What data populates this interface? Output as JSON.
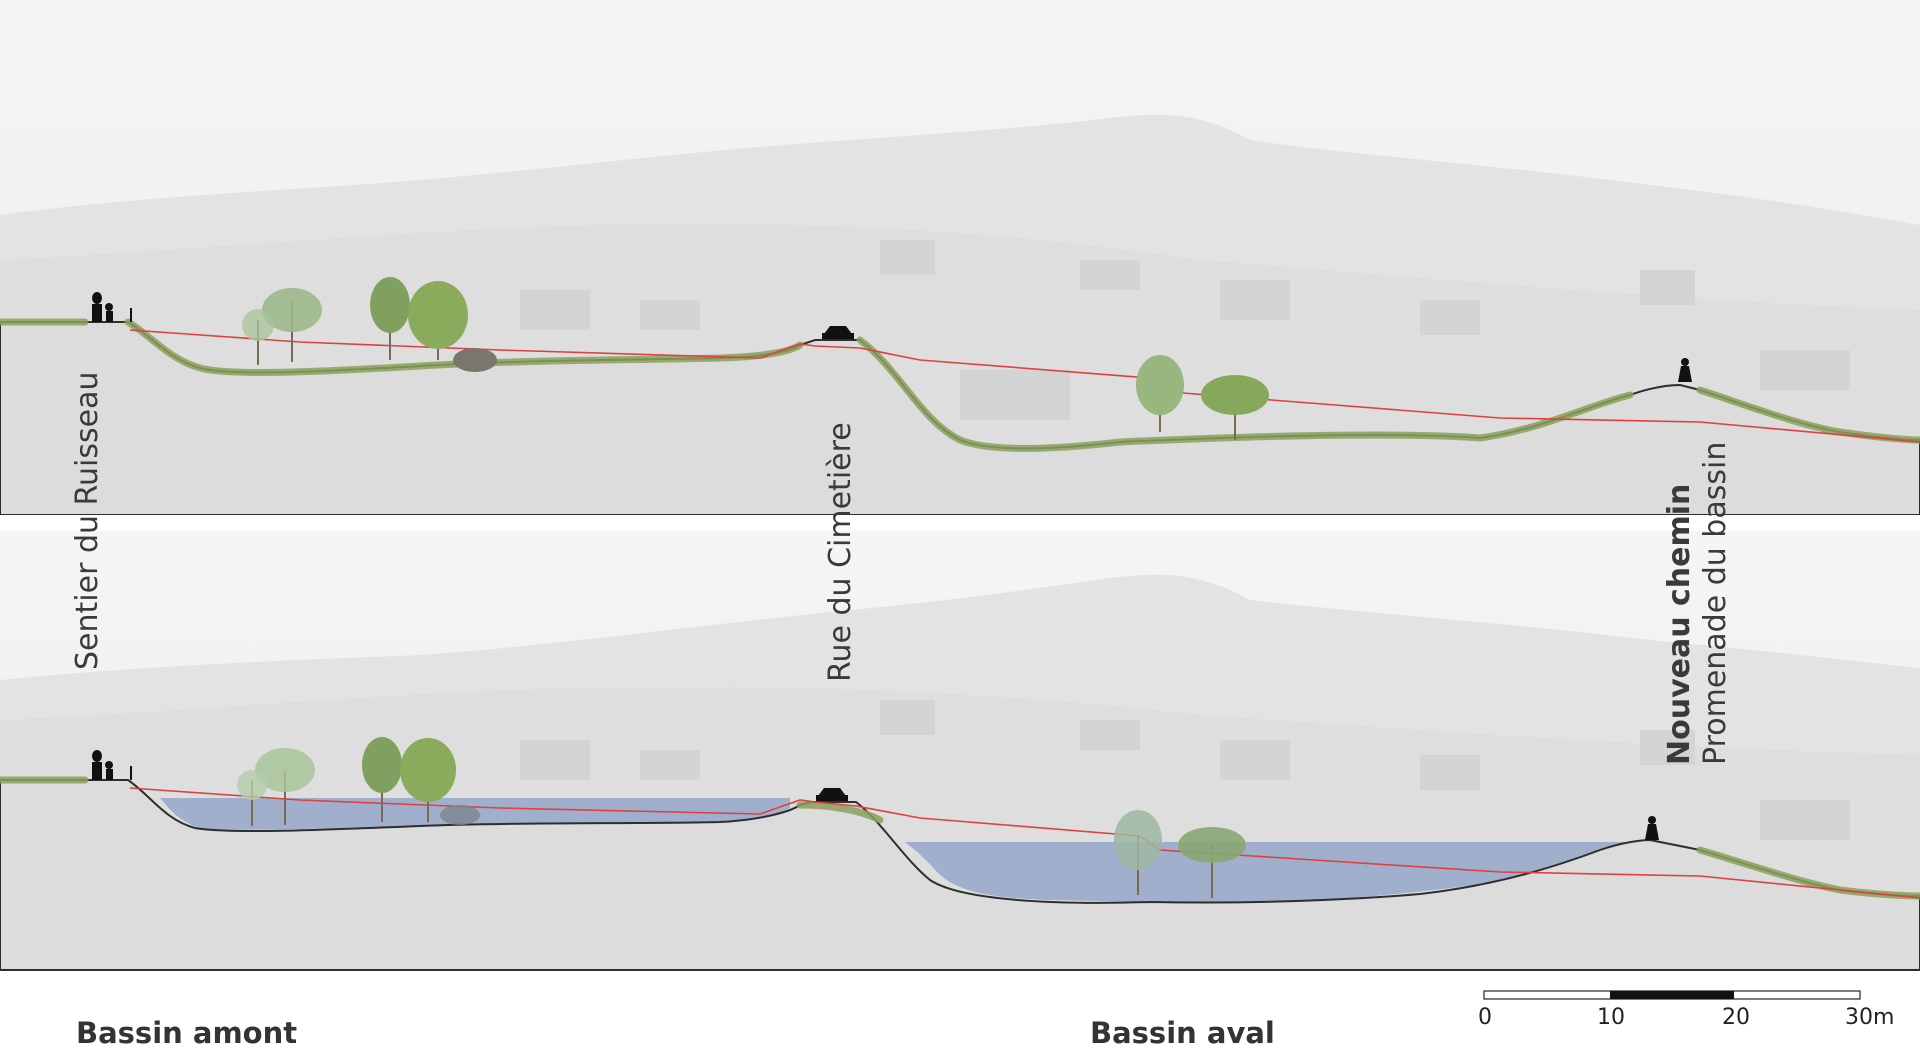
{
  "labels": {
    "sentier": "Sentier du Ruisseau",
    "rue": "Rue du Cimetière",
    "nouveau": "Nouveau chemin",
    "promenade": "Promenade du bassin"
  },
  "titles": {
    "amont": "Bassin amont",
    "aval": "Bassin aval"
  },
  "scale_bar": {
    "ticks": [
      "0",
      "10",
      "20",
      "30m"
    ]
  },
  "colors": {
    "ground": "#dcdcdc",
    "sky": "#f3f3f3",
    "hill": "#e4e4e4",
    "vegetation": "#8aa05a",
    "profile_line": "#e04040",
    "water": "#8ea3c7"
  }
}
